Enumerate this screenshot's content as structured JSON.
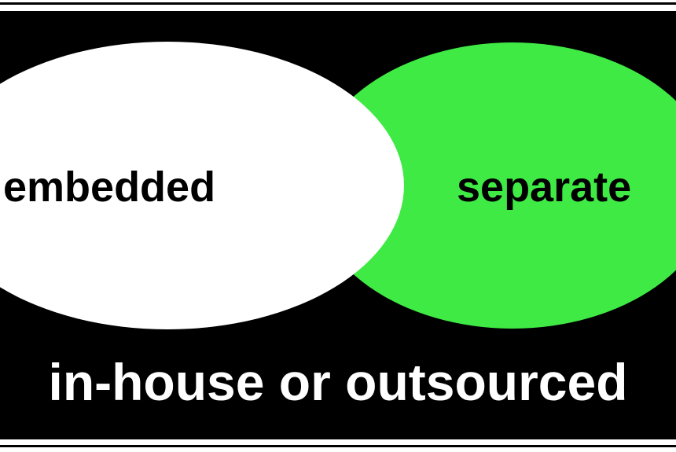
{
  "diagram": {
    "left_set": {
      "label": "embedded",
      "color": "#ffffff"
    },
    "right_set": {
      "label": "separate",
      "color": "#3fea45"
    },
    "caption": "in-house or outsourced",
    "background_color": "#000000",
    "text_color": "#000000",
    "caption_color": "#ffffff"
  }
}
